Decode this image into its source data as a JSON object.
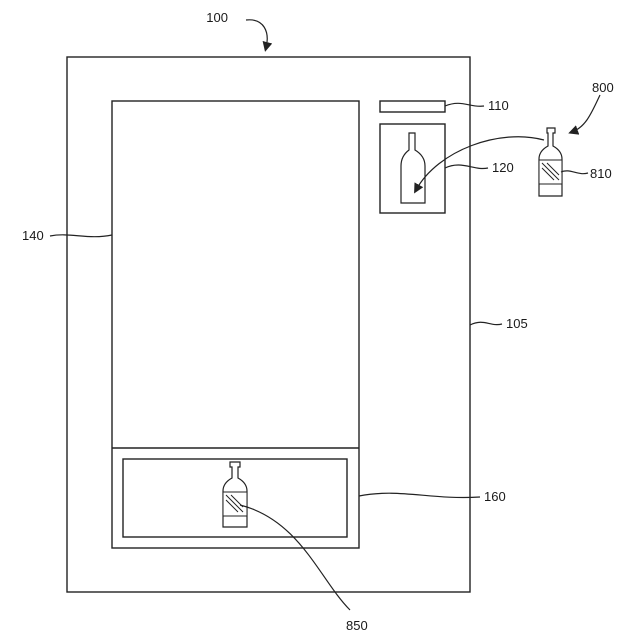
{
  "figure": {
    "reference_numerals": {
      "machine": "100",
      "housing": "105",
      "indicator_strip": "110",
      "product_window": "120",
      "main_display": "140",
      "dispense_area": "160",
      "held_item": "800",
      "item_label": "810",
      "dispensed_item": "850"
    }
  }
}
